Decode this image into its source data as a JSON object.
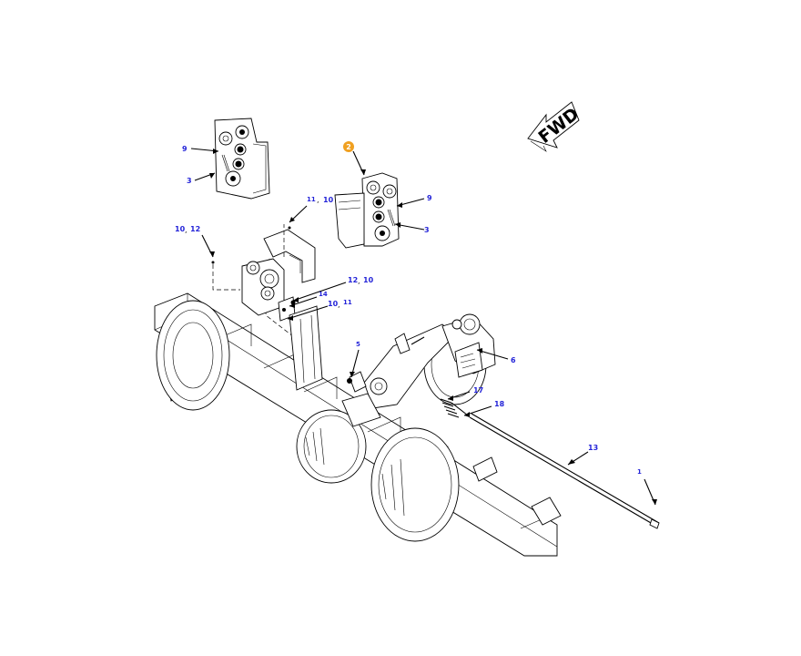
{
  "diagram": {
    "fwd_label": "FWD",
    "highlight_color": "#f0a020",
    "callout_color": "#2424d8",
    "callouts": {
      "c2": "2",
      "c9_left": "9",
      "c3_left": "3",
      "c11_top": "11",
      "c10_top": "10",
      "c9_right": "9",
      "c3_right": "3",
      "c10_left": "10",
      "c12_left": "12",
      "c12_mid": "12",
      "c10_mid": "10",
      "c14": "14",
      "c10_low": "10",
      "c11_low": "11",
      "c5": "5",
      "c6": "6",
      "c17": "17",
      "c18": "18",
      "c13": "13",
      "c1": "1"
    },
    "separator": ","
  }
}
